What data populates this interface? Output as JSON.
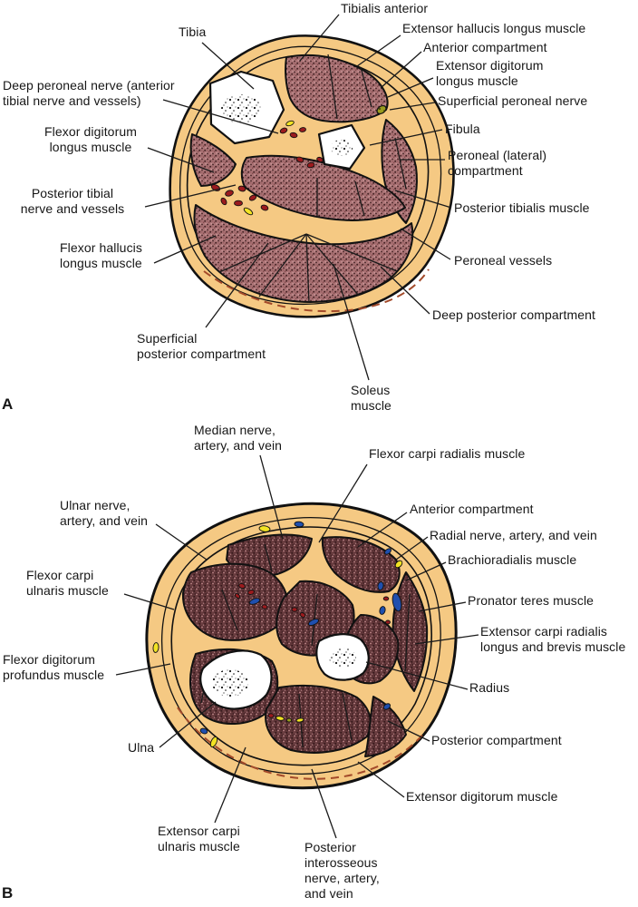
{
  "figure_type": "anatomical cross-section diagram",
  "colors": {
    "skin_tan": "#f5c983",
    "muscle_a_base": "#ab7476",
    "muscle_a_dot": "#452224",
    "muscle_b_base": "#5e3437",
    "muscle_b_dot": "#c18a8b",
    "artery_red": "#9b1b1e",
    "vein_blue": "#1f4fae",
    "nerve_yellow": "#f2e324",
    "nerve_olive": "#9a9c1f",
    "bone_white": "#ffffff",
    "outline": "#111111",
    "dashed_line": "#a34a2a",
    "text": "#161616"
  },
  "panel_a": {
    "letter": "A",
    "labels": {
      "tibia": "Tibia",
      "tibialis_anterior": "Tibialis anterior",
      "extensor_hallucis": "Extensor hallucis longus muscle",
      "anterior_compartment": "Anterior compartment",
      "extensor_digitorum_longus": "Extensor digitorum\nlongus muscle",
      "superficial_peroneal_nerve": "Superficial peroneal nerve",
      "fibula": "Fibula",
      "peroneal_lateral_compartment": "Peroneal (lateral)\ncompartment",
      "posterior_tibialis_muscle": "Posterior tibialis muscle",
      "peroneal_vessels": "Peroneal vessels",
      "deep_posterior_compartment": "Deep posterior compartment",
      "deep_peroneal_nerve": "Deep peroneal nerve (anterior\ntibial nerve and vessels)",
      "flexor_digitorum_longus": "Flexor digitorum\nlongus muscle",
      "posterior_tibial_nerve": "Posterior tibial\nnerve and vessels",
      "flexor_hallucis_longus": "Flexor hallucis\nlongus muscle",
      "superficial_posterior_compartment": "Superficial\nposterior compartment",
      "soleus_muscle": "Soleus\nmuscle"
    }
  },
  "panel_b": {
    "letter": "B",
    "labels": {
      "median_nerve": "Median nerve,\nartery, and vein",
      "flexor_carpi_radialis": "Flexor carpi radialis muscle",
      "ulnar_nerve": "Ulnar nerve,\nartery, and vein",
      "anterior_compartment": "Anterior compartment",
      "radial_nerve": "Radial nerve, artery, and vein",
      "brachioradialis": "Brachioradialis muscle",
      "flexor_carpi_ulnaris": "Flexor carpi\nulnaris muscle",
      "pronator_teres": "Pronator teres muscle",
      "extensor_carpi_radialis": "Extensor carpi radialis\nlongus and brevis muscle",
      "flexor_digitorum_profundus": "Flexor digitorum\nprofundus muscle",
      "radius": "Radius",
      "ulna": "Ulna",
      "posterior_compartment": "Posterior compartment",
      "extensor_digitorum": "Extensor digitorum muscle",
      "extensor_carpi_ulnaris": "Extensor carpi\nulnaris muscle",
      "posterior_interosseous": "Posterior\ninterosseous\nnerve, artery,\nand vein"
    }
  }
}
